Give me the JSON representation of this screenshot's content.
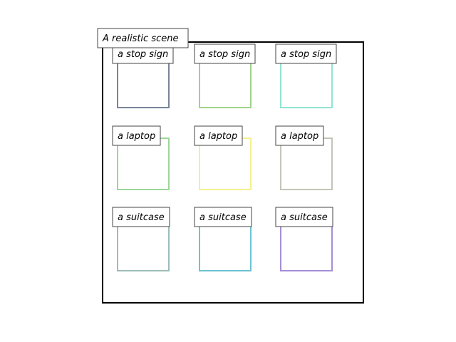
{
  "scene": {
    "title": "A realistic scene",
    "frame_color": "#000000",
    "label_border_color": "#444444",
    "rows": [
      {
        "name": "stop-sign",
        "boxes": [
          {
            "label": "a stop sign",
            "color": "#7a8499"
          },
          {
            "label": "a stop sign",
            "color": "#9fd48a"
          },
          {
            "label": "a stop sign",
            "color": "#92e3d2"
          }
        ]
      },
      {
        "name": "laptop",
        "boxes": [
          {
            "label": "a laptop",
            "color": "#9dd69a"
          },
          {
            "label": "a laptop",
            "color": "#f4f08e"
          },
          {
            "label": "a laptop",
            "color": "#c4c4b8"
          }
        ]
      },
      {
        "name": "suitcase",
        "boxes": [
          {
            "label": "a suitcase",
            "color": "#9dbcb8"
          },
          {
            "label": "a suitcase",
            "color": "#6cc3d2"
          },
          {
            "label": "a suitcase",
            "color": "#a58ed6"
          }
        ]
      }
    ]
  }
}
